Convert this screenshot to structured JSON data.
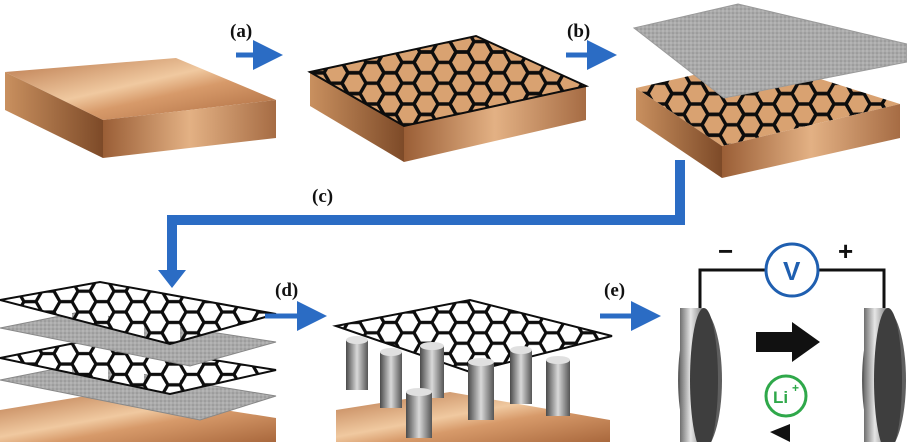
{
  "steps": [
    {
      "id": "a",
      "label": "(a)"
    },
    {
      "id": "b",
      "label": "(b)"
    },
    {
      "id": "c",
      "label": "(c)"
    },
    {
      "id": "d",
      "label": "(d)"
    },
    {
      "id": "e",
      "label": "(e)"
    }
  ],
  "cell": {
    "minus": "−",
    "plus": "+",
    "meter": "V",
    "ion": "Li",
    "ion_charge": "+"
  },
  "colors": {
    "arrow": "#2b6cc4",
    "copper": "#c68a58",
    "copper_dark": "#8a5530",
    "graphene_edge": "#0d0d0d",
    "film": "#a9a9a9",
    "voltmeter": "#1f5fb0",
    "li_ion": "#2fa84a"
  }
}
